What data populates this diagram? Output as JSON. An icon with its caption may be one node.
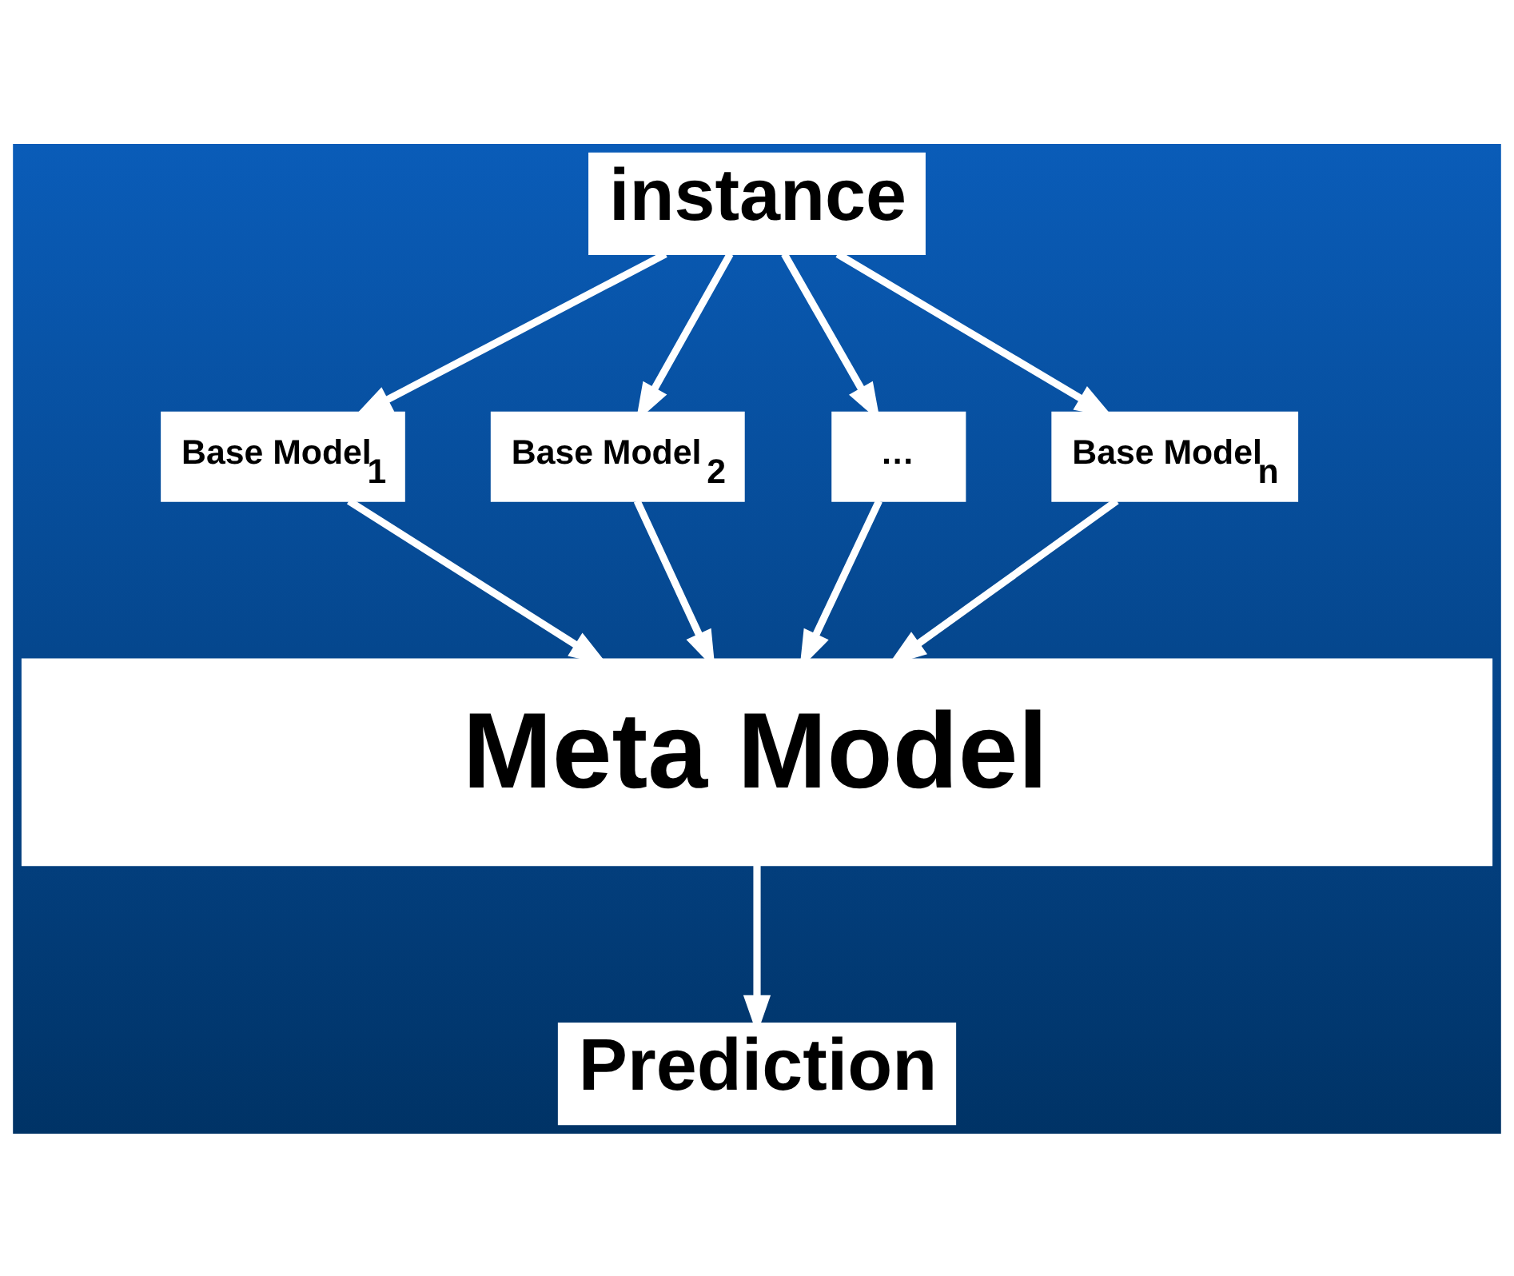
{
  "diagram": {
    "nodes": [
      {
        "text": [
          "instance"
        ]
      },
      {
        "text": [
          "Base Model$_{1}$"
        ]
      },
      {
        "text": [
          "Base Model $_{2}$"
        ]
      },
      {
        "text": [
          "…"
        ]
      },
      {
        "text": [
          "Base Model$_{n}$"
        ]
      },
      {
        "text": [
          "Meta Model"
        ]
      },
      {
        "text": [
          "Prediction"
        ]
      }
    ],
    "edges": [
      {
        "from": 0,
        "to": 1,
        "arrow": "to"
      },
      {
        "from": 0,
        "to": 2,
        "arrow": "to"
      },
      {
        "from": 0,
        "to": 3,
        "arrow": "to"
      },
      {
        "from": 0,
        "to": 4,
        "arrow": "to"
      },
      {
        "from": 1,
        "to": 5,
        "arrow": "to"
      },
      {
        "from": 2,
        "to": 5,
        "arrow": "to"
      },
      {
        "from": 3,
        "to": 5,
        "arrow": "to"
      },
      {
        "from": 4,
        "to": 5,
        "arrow": "to"
      },
      {
        "from": 5,
        "to": 6,
        "arrow": "to"
      }
    ]
  }
}
